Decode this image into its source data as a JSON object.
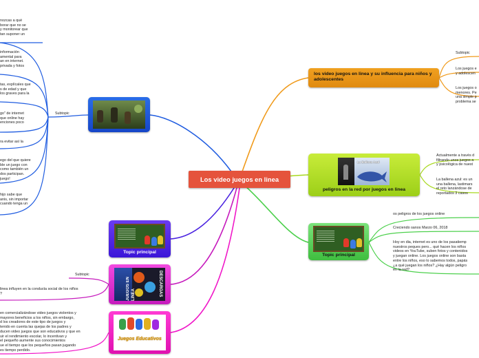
{
  "central": "Los video juegos en linea",
  "main_topics": {
    "influence": "los video juegos en linea y su influencia para niños y adolescentes",
    "dangers": "peligros en la red por juegos en linea",
    "topic_green": "Topic principal",
    "topic_purple": "Topic principal",
    "ballena_label": "La Ballena Azul",
    "juegos_label": "JUEGOS EN LINEA",
    "descargas_label": "DESCARGAS",
    "educativos_label": "Juegos Educativos"
  },
  "right_texts": {
    "subtopic": "Subtopic",
    "los_juegos_1": "Los juegos e\ny adolescen",
    "los_juegos_2": "Los juegos o\nmenores. Pe\nuna simple p\nproblema se",
    "ballena_1": "Actualmente a través d\nfiltrando unos juegos a\ny psicológica de nuest",
    "ballena_2": "La ballena azul: es un\nuna ballena, lastimars\nel reto lanzándose de\nreportados 3 casos",
    "peligros": "os peligros de los juegos online",
    "creciendo": "Creciendo sanos Marzo 06, 2018",
    "hoy_en_dia": "Hoy en dia, internet es uno de los pasatiemp\nnuestros peques pero... qué hacen los niños\nvideos en YouTube, suben fotos y contenidos\ny juegan online. Los juegos online son basta\nentre los niños, eso lo sabemos todos, papás\n¿a qué juegan los niños? ¿Hay algún peligro\nen la red?"
  },
  "left_texts": {
    "t1": "nozcas a qué\nborar que no se\ny monitorear que\ntan suponer un",
    "t2": "información\namental para\nan en internet.\nprivada y fotos",
    "t3": "tas, explícales que\ns de edad y que\nlos graves para la",
    "t4": "go\" de internet\nque online hay\nenciones poco",
    "t5": "ra evitar así la",
    "t6": "ego del que quiere\nble un juego con\ncomo también un\ndos participan.\njuego!",
    "t7": "hijo sabe que\nanis, sin importar\ncuando tenga un",
    "subtopic_left": "Subtopic",
    "subtopic_descargas": "Subtopic",
    "conducta": "linea influyen en la conducta social de los niños\n?",
    "educativos": "en comercializándose video juegos violentos y\nmayores beneficios a los niños, sin embargo,\nd los creadores de este tipo de juegos y\ntenido en cuenta las quejas de los padres y\nducen video juegos que son educativos y que en\nuir el rendimiento escolar, lo incentivan y\nel pequeño aumente sus conocimientos\nue el tiempo que los pequeños pasan jugando\nes tiempo perdido."
  },
  "colors": {
    "central": "#e5533c",
    "orange": "#f0a020",
    "lime": "#a8d820",
    "green": "#4cd04c",
    "blue": "#1f5ce0",
    "purple": "#4a22e0",
    "magenta": "#d020c8",
    "pink": "#f018c8"
  },
  "icons": [
    "game-screenshot-image",
    "whale-image",
    "chalkboard-image",
    "online-games-image",
    "educational-games-image"
  ]
}
